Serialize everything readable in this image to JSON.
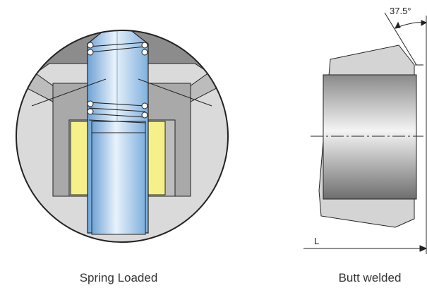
{
  "figures": [
    {
      "id": "spring-loaded",
      "caption": "Spring Loaded"
    },
    {
      "id": "butt-welded",
      "caption": "Butt welded"
    }
  ],
  "annotations": {
    "angle_label": "37.5°",
    "length_label": "L"
  },
  "colors": {
    "background": "#ffffff",
    "housing_dark": "#8c8c8c",
    "housing_light": "#d9d9d9",
    "cavity": "#a8a8a8",
    "stem_blue": "#9fc4e8",
    "stem_highlight": "#e8f2fb",
    "insert_yellow": "#f5f08a",
    "pipe_dark": "#7a7a7a",
    "pipe_light": "#f2f2f2",
    "weld_grey": "#d4d4d4",
    "outline": "#222222"
  }
}
